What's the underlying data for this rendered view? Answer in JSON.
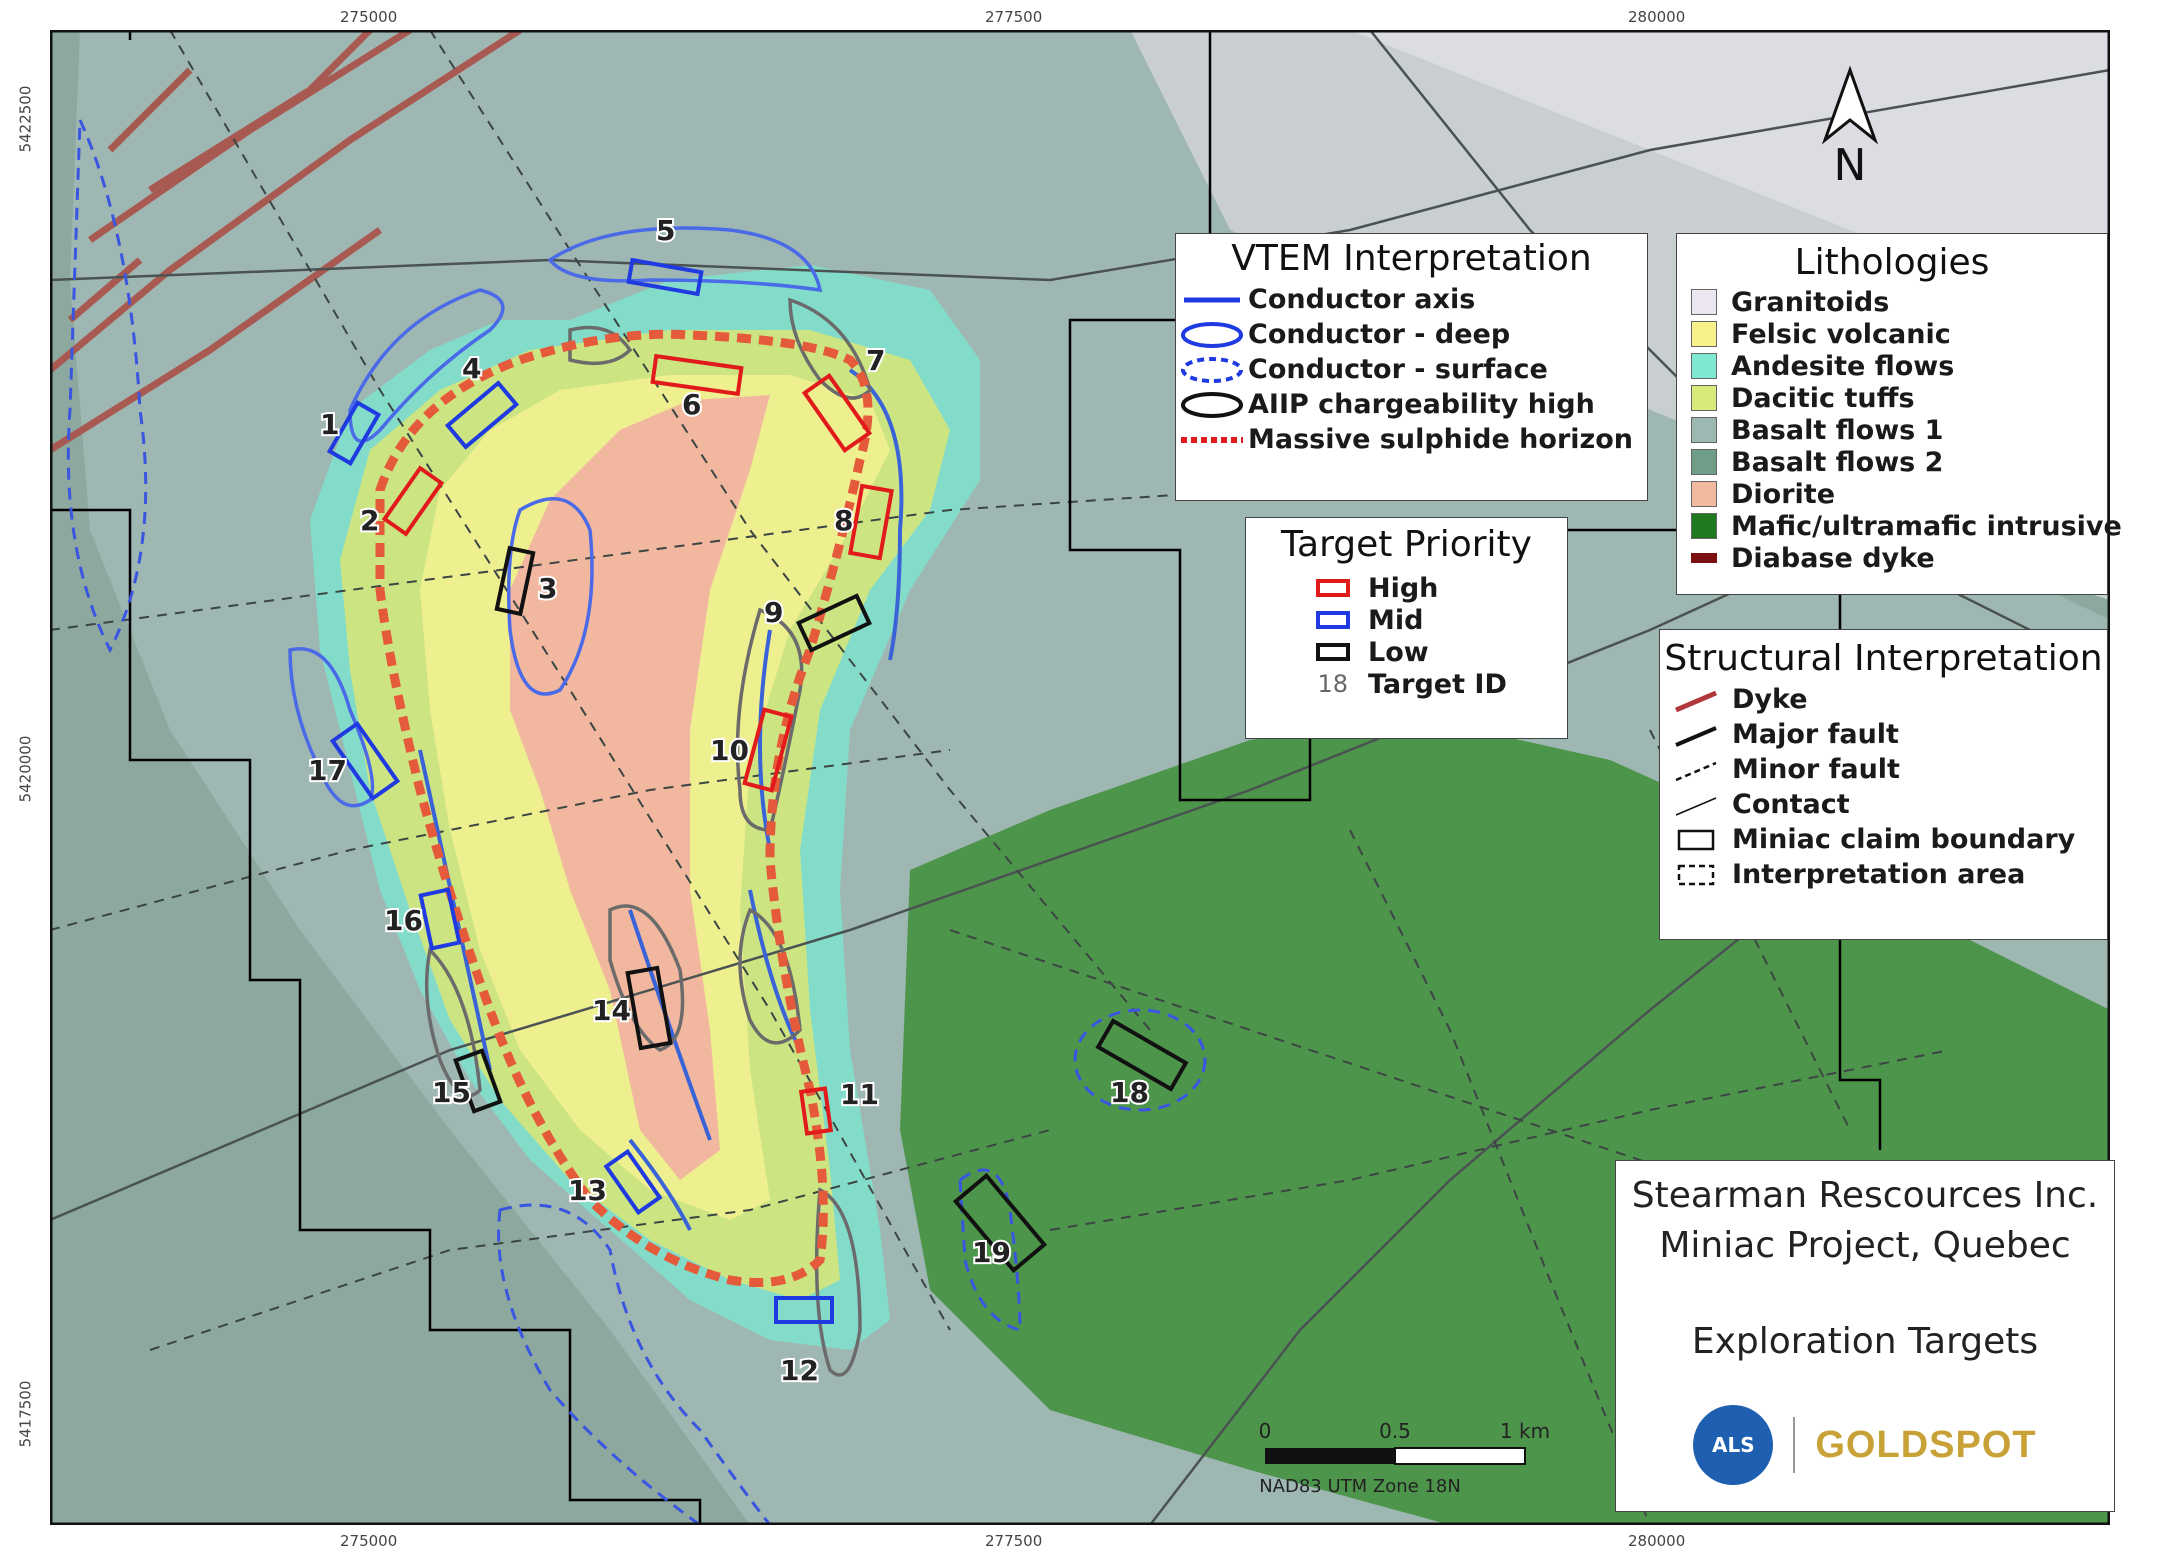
{
  "map": {
    "x_ticks": [
      "275000",
      "277500",
      "280000"
    ],
    "y_ticks": [
      "5422500",
      "5420000",
      "5417500"
    ],
    "north_label": "N",
    "scale_bar": {
      "labels": [
        "0",
        "0.5",
        "1 km"
      ],
      "projection": "NAD83 UTM Zone 18N"
    },
    "targets": [
      {
        "id": "1",
        "priority": "Mid"
      },
      {
        "id": "2",
        "priority": "High"
      },
      {
        "id": "3",
        "priority": "Low"
      },
      {
        "id": "4",
        "priority": "Mid"
      },
      {
        "id": "5",
        "priority": "Mid"
      },
      {
        "id": "6",
        "priority": "High"
      },
      {
        "id": "7",
        "priority": "High"
      },
      {
        "id": "8",
        "priority": "High"
      },
      {
        "id": "9",
        "priority": "Low"
      },
      {
        "id": "10",
        "priority": "High"
      },
      {
        "id": "11",
        "priority": "High"
      },
      {
        "id": "12",
        "priority": "Mid"
      },
      {
        "id": "13",
        "priority": "Mid"
      },
      {
        "id": "14",
        "priority": "Low"
      },
      {
        "id": "15",
        "priority": "Low"
      },
      {
        "id": "16",
        "priority": "Mid"
      },
      {
        "id": "17",
        "priority": "Mid"
      },
      {
        "id": "18",
        "priority": "Low"
      },
      {
        "id": "19",
        "priority": "Low"
      }
    ]
  },
  "vtem_legend": {
    "title": "VTEM Interpretation",
    "items": [
      "Conductor axis",
      "Conductor - deep",
      "Conductor - surface",
      "AIIP chargeability high",
      "Massive sulphide horizon"
    ]
  },
  "lithology_legend": {
    "title": "Lithologies",
    "items": [
      {
        "label": "Granitoids",
        "color": "#ece6f0"
      },
      {
        "label": "Felsic volcanic",
        "color": "#f7f28a"
      },
      {
        "label": "Andesite flows",
        "color": "#7ee8d2"
      },
      {
        "label": "Dacitic tuffs",
        "color": "#d8ea7a"
      },
      {
        "label": "Basalt flows 1",
        "color": "#9db8b3"
      },
      {
        "label": "Basalt flows 2",
        "color": "#6f9e88"
      },
      {
        "label": "Diorite",
        "color": "#f1b99e"
      },
      {
        "label": "Mafic/ultramafic intrusive",
        "color": "#1f7a1f"
      },
      {
        "label": "Diabase dyke",
        "color": "#7a1010"
      }
    ]
  },
  "priority_legend": {
    "title": "Target Priority",
    "items": [
      {
        "label": "High",
        "color": "#e11b1b"
      },
      {
        "label": "Mid",
        "color": "#1e3ae0"
      },
      {
        "label": "Low",
        "color": "#111111"
      }
    ],
    "target_id_sample": "18",
    "target_id_label": "Target ID"
  },
  "structural_legend": {
    "title": "Structural Interpretation",
    "items": [
      "Dyke",
      "Major fault",
      "Minor fault",
      "Contact",
      "Miniac claim boundary",
      "Interpretation area"
    ]
  },
  "title_box": {
    "line1": "Stearman Rescources Inc.",
    "line2": "Miniac Project, Quebec",
    "line3": "Exploration Targets",
    "logo_left": "ALS",
    "logo_right": "GOLDSPOT"
  }
}
